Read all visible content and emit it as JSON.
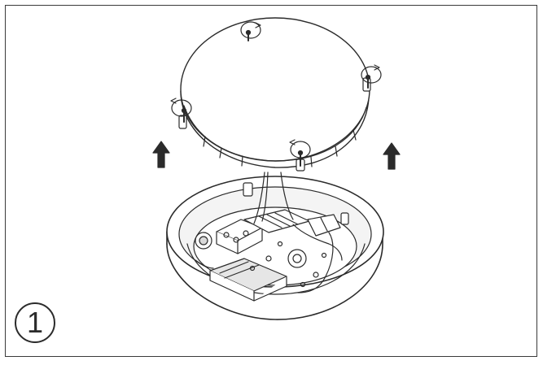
{
  "diagram": {
    "step_number": "1",
    "figure": "ceiling-light-cover-removal",
    "screws": [
      {
        "id": "top",
        "icon": "rotate-counterclockwise-icon"
      },
      {
        "id": "right",
        "icon": "rotate-counterclockwise-icon"
      },
      {
        "id": "left",
        "icon": "rotate-counterclockwise-icon"
      },
      {
        "id": "front",
        "icon": "rotate-counterclockwise-icon"
      }
    ],
    "arrows": [
      {
        "id": "left",
        "icon": "arrow-up-icon"
      },
      {
        "id": "right",
        "icon": "arrow-up-icon"
      }
    ],
    "colors": {
      "line": "#2b2b2b",
      "fill": "#ffffff",
      "shade": "#d9d9d9"
    }
  }
}
